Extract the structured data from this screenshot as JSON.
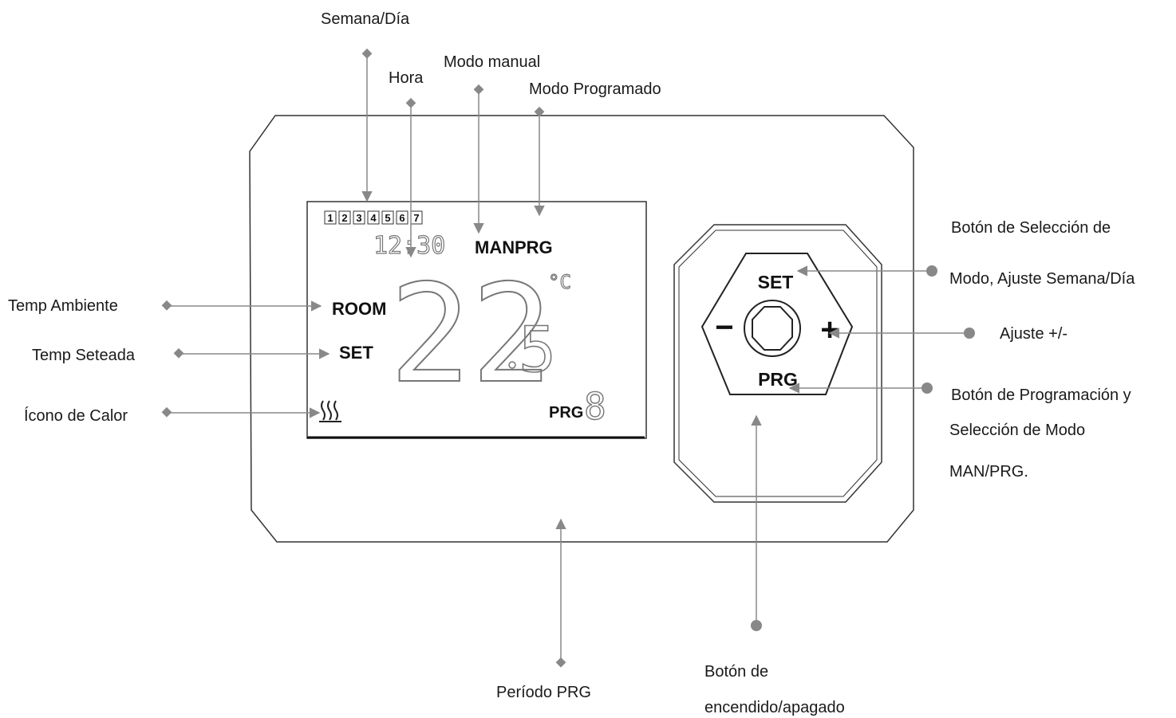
{
  "callouts": {
    "week_day": "Semana/Día",
    "hour": "Hora",
    "manual_mode": "Modo manual",
    "programmed_mode": "Modo Programado",
    "room_temp": "Temp Ambiente",
    "set_temp": "Temp Seteada",
    "heat_icon": "Ícono de Calor",
    "prg_period": "Período  PRG",
    "power_button_line1": "Botón de",
    "power_button_line2": "encendido/apagado",
    "mode_select_line1": "Botón de Selección de",
    "mode_select_line2": "Modo, Ajuste Semana/Día",
    "adjust": "Ajuste +/-",
    "prog_button_line1": "Botón de Programación y",
    "prog_button_line2": "Selección de Modo",
    "prog_button_line3": "MAN/PRG."
  },
  "lcd": {
    "days": [
      "1",
      "2",
      "3",
      "4",
      "5",
      "6",
      "7"
    ],
    "time": "12:30",
    "man_label": "MAN",
    "prg_label": "PRG",
    "room_label": "ROOM",
    "set_label": "SET",
    "temperature_main": "22",
    "temperature_decimal": "5",
    "unit": "°C",
    "period_label": "PRG",
    "period_digit": "8"
  },
  "keypad": {
    "set_label": "SET",
    "prg_label": "PRG",
    "minus_label": "−",
    "plus_label": "+"
  },
  "colors": {
    "outline": "#333333",
    "callout_line": "#888888",
    "segment": "#777777"
  }
}
